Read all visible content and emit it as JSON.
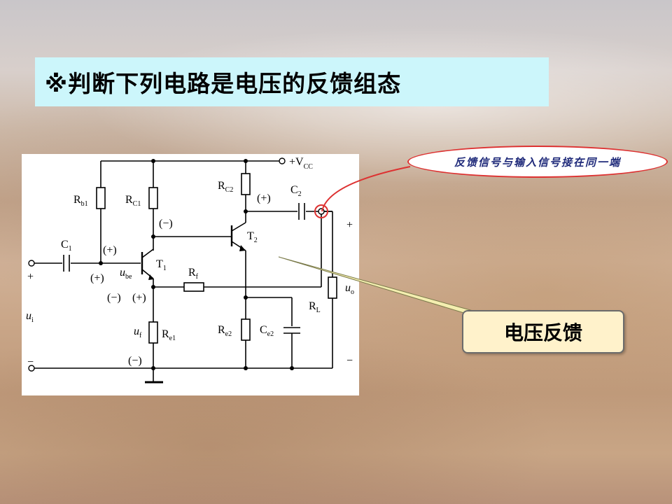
{
  "slide": {
    "title": "※判断下列电路是电压的反馈组态",
    "callout": "反馈信号与输入信号接在同一端",
    "answer": "电压反馈"
  },
  "circuit": {
    "vcc_label": "+V",
    "vcc_sub": "CC",
    "labels": {
      "rb1": "R",
      "rb1_sub": "b1",
      "rc1": "R",
      "rc1_sub": "C1",
      "rc2": "R",
      "rc2_sub": "C2",
      "c1": "C",
      "c1_sub": "1",
      "c2": "C",
      "c2_sub": "2",
      "t1": "T",
      "t1_sub": "1",
      "t2": "T",
      "t2_sub": "2",
      "rf": "R",
      "rf_sub": "f",
      "re1": "R",
      "re1_sub": "e1",
      "re2": "R",
      "re2_sub": "e2",
      "ce2": "C",
      "ce2_sub": "e2",
      "rl": "R",
      "rl_sub": "L",
      "ube": "u",
      "ube_sub": "be",
      "uf": "u",
      "uf_sub": "f",
      "ui": "u",
      "ui_sub": "i",
      "uo": "u",
      "uo_sub": "o"
    },
    "polarity": {
      "base1_plus": "(+)",
      "base1_plus_lower": "(+)",
      "collector1_minus": "(−)",
      "collector2_plus": "(+)",
      "emitter1_minus": "(−)",
      "emitter1_plus": "(+)",
      "re1_bottom_minus": "(−)",
      "input_plus": "+",
      "input_minus": "−",
      "output_plus": "+",
      "output_minus": "−"
    }
  },
  "colors": {
    "title_bg": "#ccf6fb",
    "callout_border": "#dd3131",
    "callout_text": "#1f2a7a",
    "answer_bg": "#fff2cb",
    "pointer_fill": "#f4eeb0"
  }
}
